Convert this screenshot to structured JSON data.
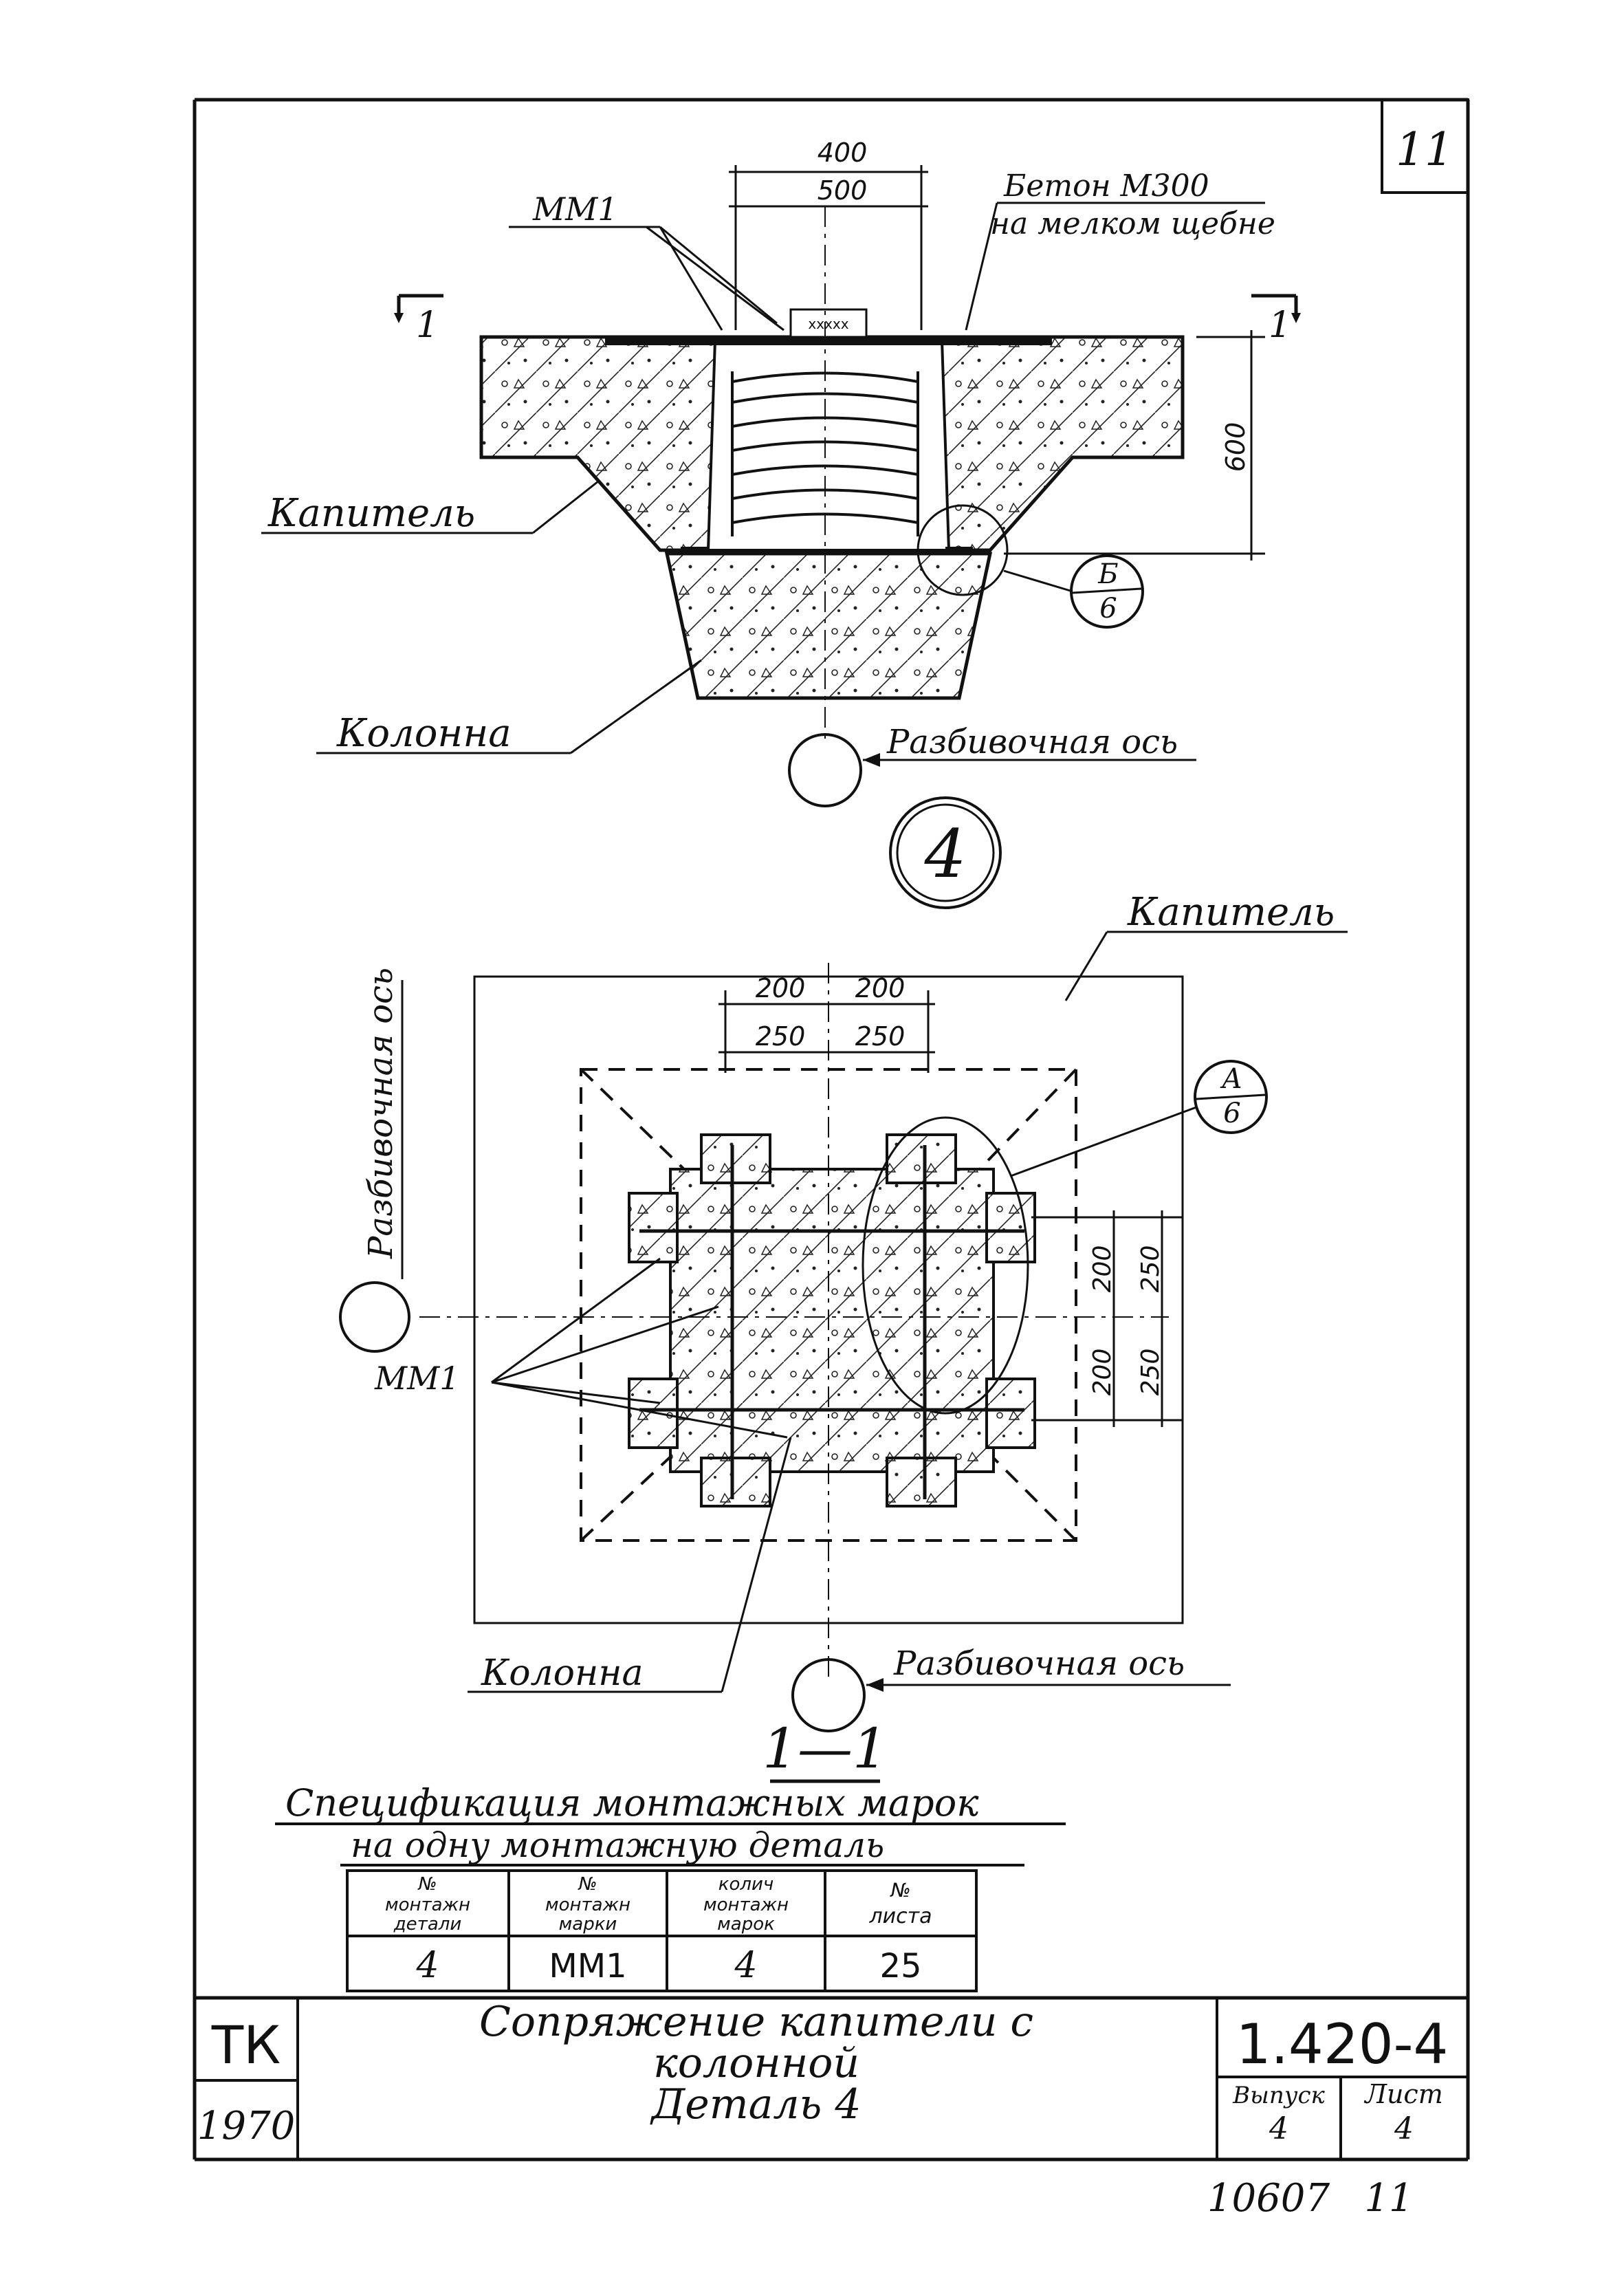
{
  "sheet_number": "11",
  "section_view": {
    "labels": {
      "mm1": "ММ1",
      "dim_400": "400",
      "dim_500": "500",
      "dim_600": "600",
      "concrete_note_line1": "Бетон  М300",
      "concrete_note_line2": "на мелком щебне",
      "section_mark_left": "1",
      "section_mark_right": "1",
      "capital": "Капитель",
      "column": "Колонна",
      "layout_axis": "Разбивочная ось",
      "callout_top": "Б",
      "callout_bottom": "6",
      "xmark": "xxxxx"
    },
    "detail_number": "4"
  },
  "plan_view": {
    "labels": {
      "capital": "Капитель",
      "layout_axis_vertical": "Разбивочная ось",
      "layout_axis_bottom": "Разбивочная ось",
      "column": "Колонна",
      "mm1": "ММ1",
      "dim_top_200a": "200",
      "dim_top_200b": "200",
      "dim_top_250a": "250",
      "dim_top_250b": "250",
      "dim_right_200a": "200",
      "dim_right_250a": "250",
      "dim_right_200b": "200",
      "dim_right_250b": "250",
      "callout_top": "А",
      "callout_bottom": "6"
    },
    "section_title": "1—1"
  },
  "spec": {
    "title_line1": "Спецификация монтажных марок",
    "title_line2": "на одну монтажную деталь",
    "headers": [
      [
        "№",
        "монтажн",
        "детали"
      ],
      [
        "№",
        "монтажн",
        "марки"
      ],
      [
        "колич",
        "монтажн",
        "марок"
      ],
      [
        "№",
        "листа"
      ]
    ],
    "row": [
      "4",
      "ММ1",
      "4",
      "25"
    ]
  },
  "title_block": {
    "org": "ТК",
    "year": "1970",
    "title_line1": "Сопряжение капители с",
    "title_line2": "колонной",
    "title_line3": "Деталь 4",
    "code": "1.420-4",
    "issue_label": "Выпуск",
    "issue_value": "4",
    "sheet_label": "Лист",
    "sheet_value": "4"
  },
  "footer": {
    "inventory": "10607",
    "number": "11"
  }
}
